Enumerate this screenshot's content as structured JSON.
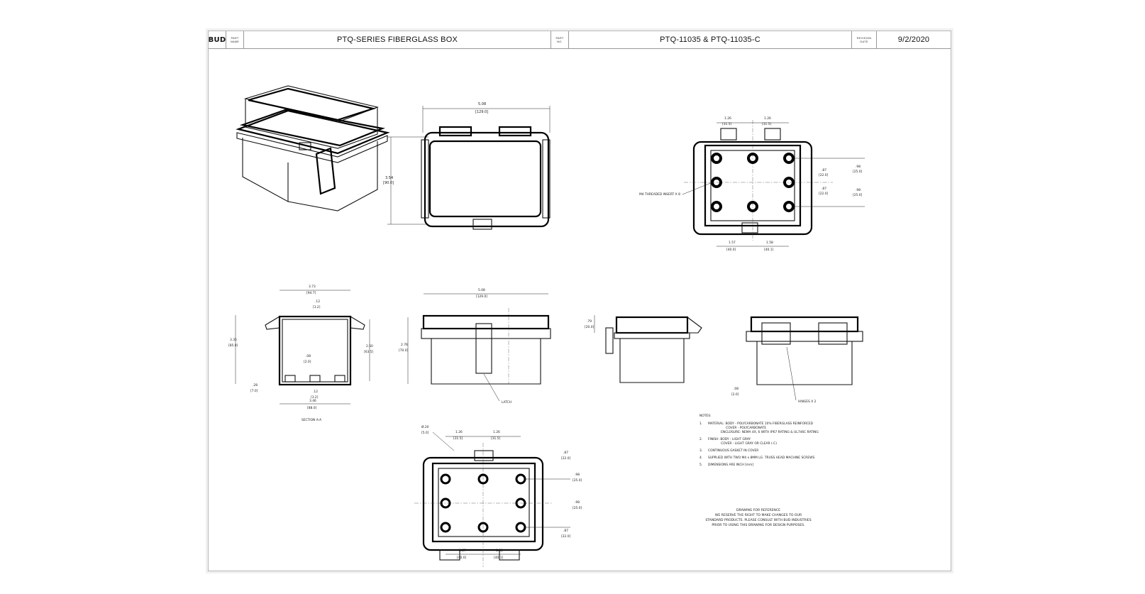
{
  "title_block": {
    "logo": "BUD",
    "part_name_label": "PART\nNAME",
    "part_name": "PTQ-SERIES FIBERGLASS BOX",
    "part_no_label": "PART\nNO.",
    "part_no": "PTQ-11035  & PTQ-11035-C",
    "revision_date_label": "REVISION\nDATE",
    "revision_date": "9/2/2020"
  },
  "dimensions": {
    "top_width": "5.08",
    "top_width_mm": "[129.0]",
    "top_height": "3.54",
    "top_height_mm": "[90.0]",
    "bottom_hole_pitch_x": "1.26",
    "bottom_hole_pitch_x_mm": "[31.5]",
    "bottom_hole_offset_y": ".87",
    "bottom_hole_offset_y_mm": "[22.0]",
    "bottom_hole_offset_y2": ".87",
    "bottom_hole_offset_y2_mm": "[22.0]",
    "bottom_hole_offset_lo": "1.57",
    "bottom_hole_offset_lo_mm": "[40.0]",
    "bottom_hole_offset_hi": "1.58",
    "bottom_hole_offset_hi_mm": "[40.1]",
    "threaded_inserts": "M4 THREADED INSERT X 8",
    "section_inner_width": "3.73",
    "section_inner_width_mm": "[94.7]",
    "section_wall": ".12",
    "section_wall_mm": "[3.2]",
    "section_height": "3.35",
    "section_height_mm": "[85.0]",
    "section_inner_height": "2.50",
    "section_inner_height_mm": "[63.5]",
    "section_boss": ".08",
    "section_boss_mm": "[2.0]",
    "section_boss2": ".28",
    "section_boss2_mm": "[7.0]",
    "section_floor": ".12",
    "section_floor_mm": "[3.2]",
    "section_base_width": "3.46",
    "section_base_width_mm": "[88.0]",
    "section_label": "SECTION  A-A",
    "front_width": "5.08",
    "front_width_mm": "[129.0]",
    "front_height": "2.76",
    "front_height_mm": "[70.0]",
    "latch_label": "LATCH",
    "side_lid_height": ".79",
    "side_lid_height_mm": "[20.0]",
    "back_foot": ".08",
    "back_foot_mm": "[2.0]",
    "hinges_label": "HINGES X 2",
    "bottom_view_hole_dia": "Ø.20",
    "bottom_view_hole_dia_mm": "[5.0]",
    "bottom_view_dim_top": ".87",
    "bottom_view_dim_top_mm": "[22.0]",
    "bottom_view_dim_a": ".98",
    "bottom_view_dim_a_mm": "[25.0]",
    "bottom_view_dim_b": ".98",
    "bottom_view_dim_b_mm": "[25.0]",
    "bottom_view_dim_c": ".87",
    "bottom_view_dim_c_mm": "[22.0]"
  },
  "notes": {
    "heading": "NOTES:",
    "items": [
      {
        "n": "1.",
        "text": "MATERIAL: BODY - POLYCARBONATE 10% FIBERGLASS REINFORCED\n                  COVER - POLYCARBONATE\n             ENCLOSURE: NEMA 4X, 6 WITH IP67 RATING & UL746C RATING"
      },
      {
        "n": "2.",
        "text": "FINISH: BODY - LIGHT GRAY\n             COVER - LIGHT GRAY OR CLEAR (-C)"
      },
      {
        "n": "3.",
        "text": "CONTINUOUS GASKET IN COVER"
      },
      {
        "n": "4.",
        "text": "SUPPLIED WITH TWO M4 x 8MM LG. TRUSS HEAD MACHINE SCREWS"
      },
      {
        "n": "5.",
        "text": "DIMENSIONS ARE INCH [mm]"
      }
    ]
  },
  "reference": {
    "title": "DRAWING FOR REFERENCE",
    "line1": "WE RESERVE THE RIGHT TO MAKE CHANGES TO OUR",
    "line2": "STANDARD PRODUCTS. PLEASE CONSULT WITH BUD INDUSTRIES",
    "line3": "PRIOR TO USING THIS DRAWING FOR DESIGN PURPOSES."
  }
}
